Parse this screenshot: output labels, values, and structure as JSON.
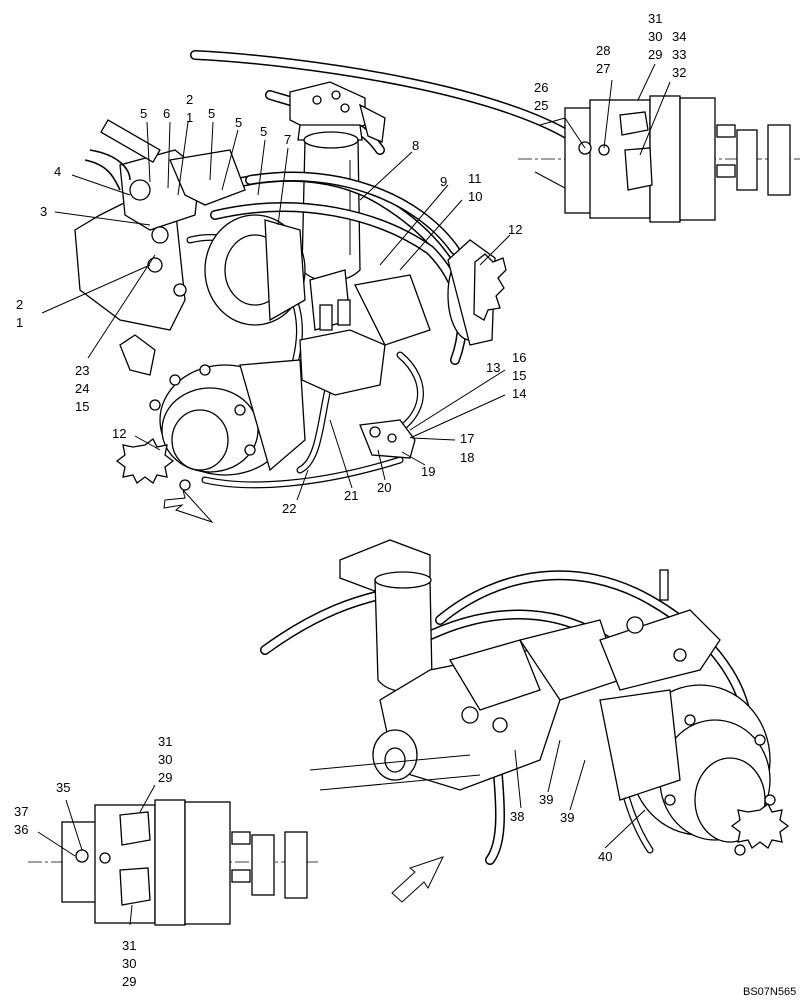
{
  "callouts": {
    "c1": "1",
    "c2": "2",
    "c3": "3",
    "c4": "4",
    "c5": "5",
    "c6": "6",
    "c7": "7",
    "c8": "8",
    "c9": "9",
    "c10": "10",
    "c11": "11",
    "c12": "12",
    "c13": "13",
    "c14": "14",
    "c15": "15",
    "c16": "16",
    "c17": "17",
    "c18": "18",
    "c19": "19",
    "c20": "20",
    "c21": "21",
    "c22": "22",
    "c23": "23",
    "c24": "24",
    "c25": "25",
    "c26": "26",
    "c27": "27",
    "c28": "28",
    "c29": "29",
    "c30": "30",
    "c31": "31",
    "c32": "32",
    "c33": "33",
    "c34": "34",
    "c35": "35",
    "c36": "36",
    "c37": "37",
    "c38": "38",
    "c39": "39",
    "c40": "40"
  },
  "drawing_reference": "BS07N565"
}
